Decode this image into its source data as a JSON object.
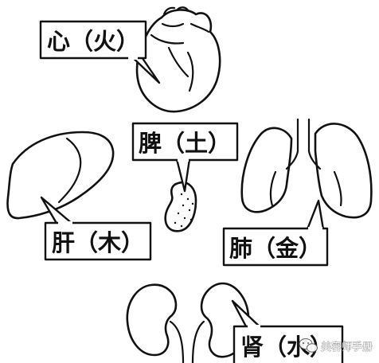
{
  "labels": {
    "heart": "心（火）",
    "spleen": "脾（土）",
    "liver": "肝（木）",
    "lung": "肺（金）",
    "kidney": "肾（水）"
  },
  "watermark": {
    "text": "美容师手册",
    "icon": "wechat-icon"
  }
}
